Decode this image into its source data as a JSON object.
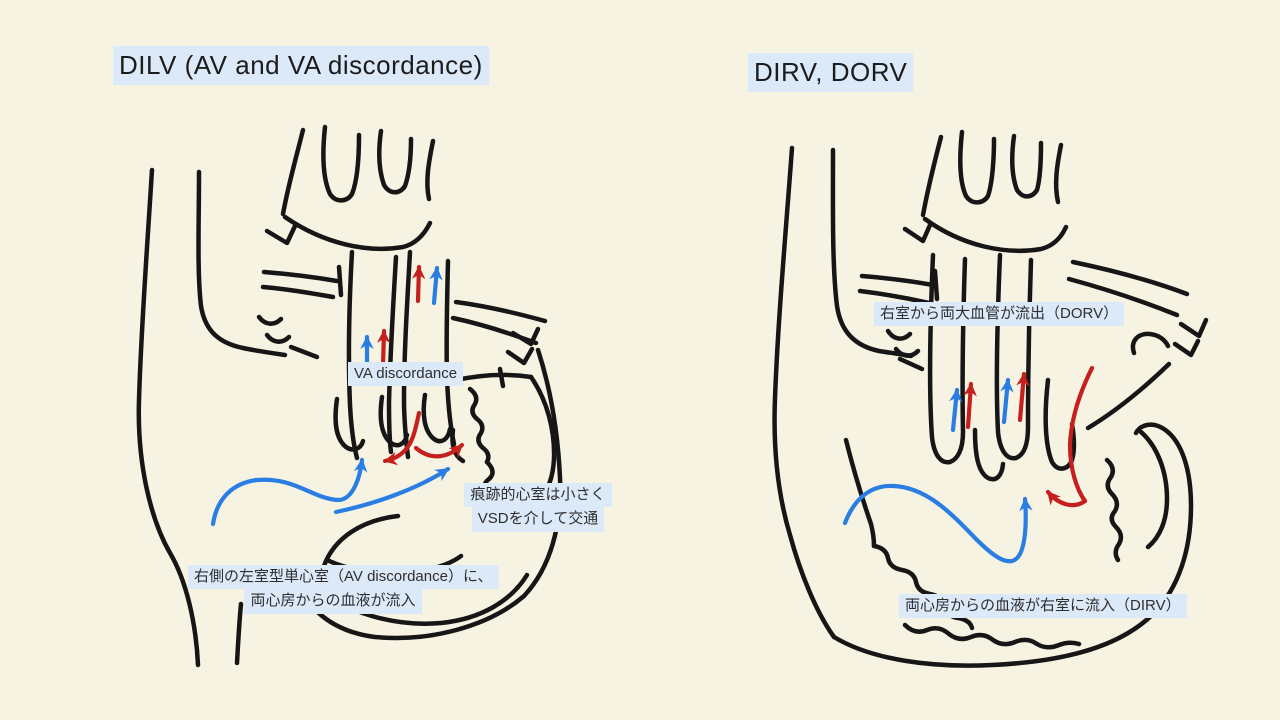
{
  "titles": {
    "dilv": "DILV (AV and VA discordance)",
    "dirv": "DIRV, DORV"
  },
  "annotations": {
    "va_discordance": "VA discordance",
    "rudimentary_line1": "痕跡的心室は小さく",
    "rudimentary_line2": "VSDを介して交通",
    "dilv_inflow_line1": "右側の左室型単心室（AV discordance）に、",
    "dilv_inflow_line2": "両心房からの血液が流入",
    "dorv_outflow": "右室から両大血管が流出（DORV）",
    "dirv_inflow": "両心房からの血液が右室に流入（DIRV）"
  },
  "colors": {
    "background": "#f7f3e2",
    "ink": "#161616",
    "artery_red": "#c6201e",
    "vein_blue": "#2a7de2",
    "highlight": "#dce9f9"
  }
}
